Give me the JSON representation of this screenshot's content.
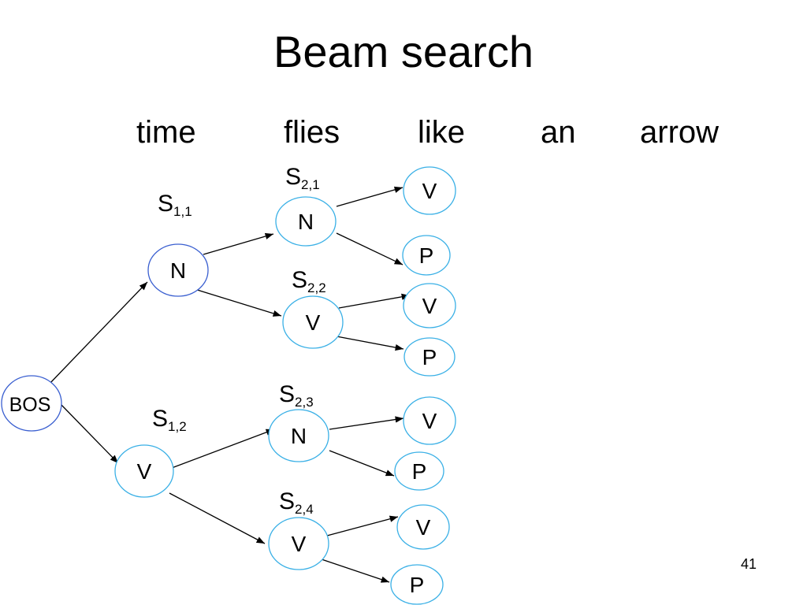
{
  "title": "Beam search",
  "words": [
    "time",
    "flies",
    "like",
    "an",
    "arrow"
  ],
  "state_labels": {
    "s11": {
      "letter": "S",
      "sub": "1,1"
    },
    "s12": {
      "letter": "S",
      "sub": "1,2"
    },
    "s21": {
      "letter": "S",
      "sub": "2,1"
    },
    "s22": {
      "letter": "S",
      "sub": "2,2"
    },
    "s23": {
      "letter": "S",
      "sub": "2,3"
    },
    "s24": {
      "letter": "S",
      "sub": "2,4"
    }
  },
  "nodes": {
    "bos": "BOS",
    "n1": "N",
    "v1": "V",
    "n21": "N",
    "v22": "V",
    "n23": "N",
    "v24": "V",
    "v31": "V",
    "p31": "P",
    "v32": "V",
    "p32": "P",
    "v33": "V",
    "p33": "P",
    "v34": "V",
    "p34": "P"
  },
  "page_number": "41",
  "colors": {
    "node_stroke": "#3ab0e6",
    "bos_stroke": "#3a5fd0",
    "n1_stroke": "#3a5fd0",
    "edge": "#000000"
  }
}
